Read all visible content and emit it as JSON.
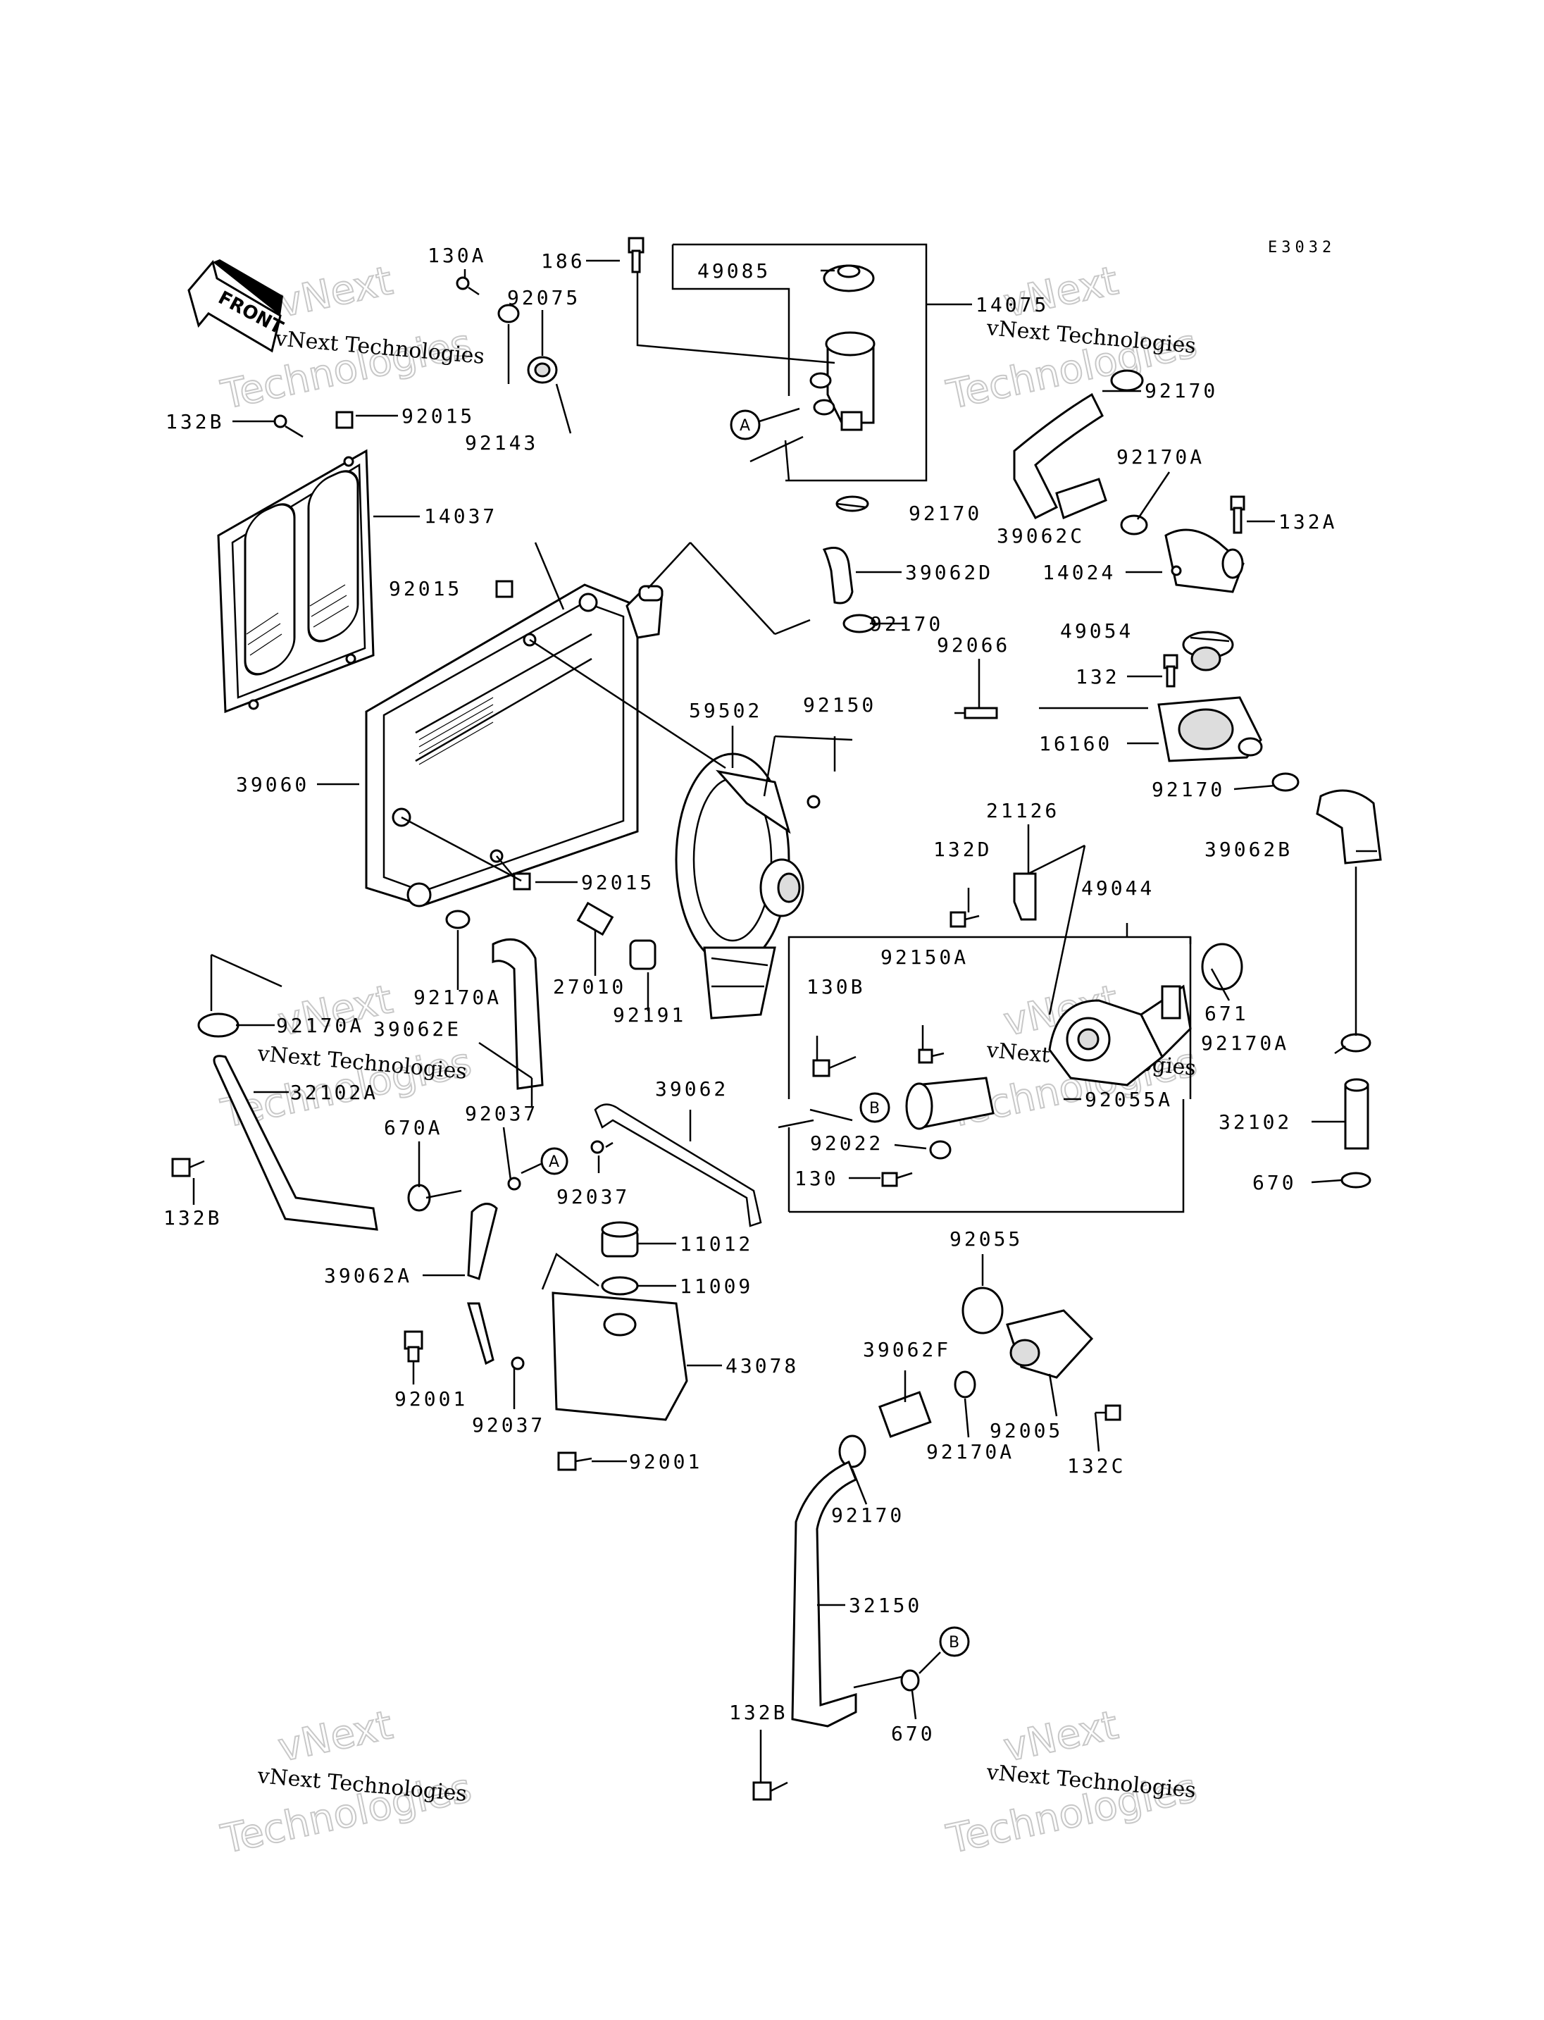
{
  "diagram": {
    "code": "E3032",
    "front_label": "FRONT",
    "watermark": {
      "line1": "vNext Technologies",
      "line2": "vNext",
      "line3": "Technologies"
    },
    "callouts": {
      "A": "A",
      "B": "B"
    },
    "parts": {
      "p130A": "130A",
      "p186": "186",
      "p49085": "49085",
      "p14075": "14075",
      "p92075": "92075",
      "p132B_top": "132B",
      "p92015_top": "92015",
      "p92143": "92143",
      "p14037": "14037",
      "p92170_top": "92170",
      "p92170A_top": "92170A",
      "p132A": "132A",
      "p92170_mid": "92170",
      "p39062C": "39062C",
      "p39062D": "39062D",
      "p14024": "14024",
      "p92015_mid": "92015",
      "p92170_r": "92170",
      "p49054": "49054",
      "p92066": "92066",
      "p132": "132",
      "p59502": "59502",
      "p92150": "92150",
      "p16160": "16160",
      "p39060": "39060",
      "p92170_r2": "92170",
      "p21126": "21126",
      "p39062B": "39062B",
      "p132D": "132D",
      "p49044": "49044",
      "p92015_low": "92015",
      "p92150A": "92150A",
      "p92170A_l": "92170A",
      "p27010": "27010",
      "p92191": "92191",
      "p130B": "130B",
      "p671": "671",
      "p92170A_ll": "92170A",
      "p39062E": "39062E",
      "p92170A_r": "92170A",
      "p32102A": "32102A",
      "p92055A": "92055A",
      "p92037_a": "92037",
      "p39062": "39062",
      "p32102": "32102",
      "p670A": "670A",
      "p92022": "92022",
      "p92037_b": "92037",
      "p130": "130",
      "p670_r": "670",
      "p132B_l": "132B",
      "p92055": "92055",
      "p11012": "11012",
      "p39062A": "39062A",
      "p11009": "11009",
      "p43078": "43078",
      "p39062F": "39062F",
      "p92001_a": "92001",
      "p92037_c": "92037",
      "p92005": "92005",
      "p92170A_b": "92170A",
      "p132C": "132C",
      "p92001_b": "92001",
      "p92170_b": "92170",
      "p32150": "32150",
      "p132B_b": "132B",
      "p670_b": "670"
    }
  }
}
